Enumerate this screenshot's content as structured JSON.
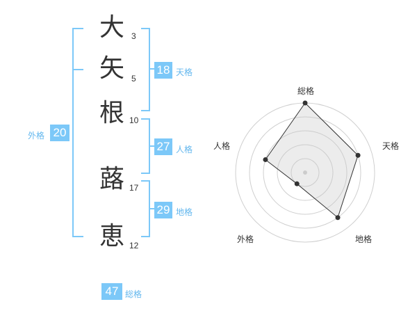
{
  "name": {
    "chars": [
      {
        "char": "大",
        "strokes": "3"
      },
      {
        "char": "矢",
        "strokes": "5"
      },
      {
        "char": "根",
        "strokes": "10"
      },
      {
        "char": "蕗",
        "strokes": "17"
      },
      {
        "char": "恵",
        "strokes": "12"
      }
    ]
  },
  "fortune": {
    "tenkaku": {
      "value": "18",
      "label": "天格"
    },
    "jinkaku": {
      "value": "27",
      "label": "人格"
    },
    "chikaku": {
      "value": "29",
      "label": "地格"
    },
    "gaikaku": {
      "value": "20",
      "label": "外格"
    },
    "soukaku": {
      "value": "47",
      "label": "総格"
    }
  },
  "colors": {
    "accent": "#7cc8f8",
    "label_accent": "#63b7ee",
    "text": "#333333"
  },
  "chart_data": {
    "type": "radar",
    "axes": [
      "総格",
      "天格",
      "地格",
      "外格",
      "人格"
    ],
    "max": 5,
    "values": [
      5,
      4,
      4,
      1,
      3
    ]
  }
}
